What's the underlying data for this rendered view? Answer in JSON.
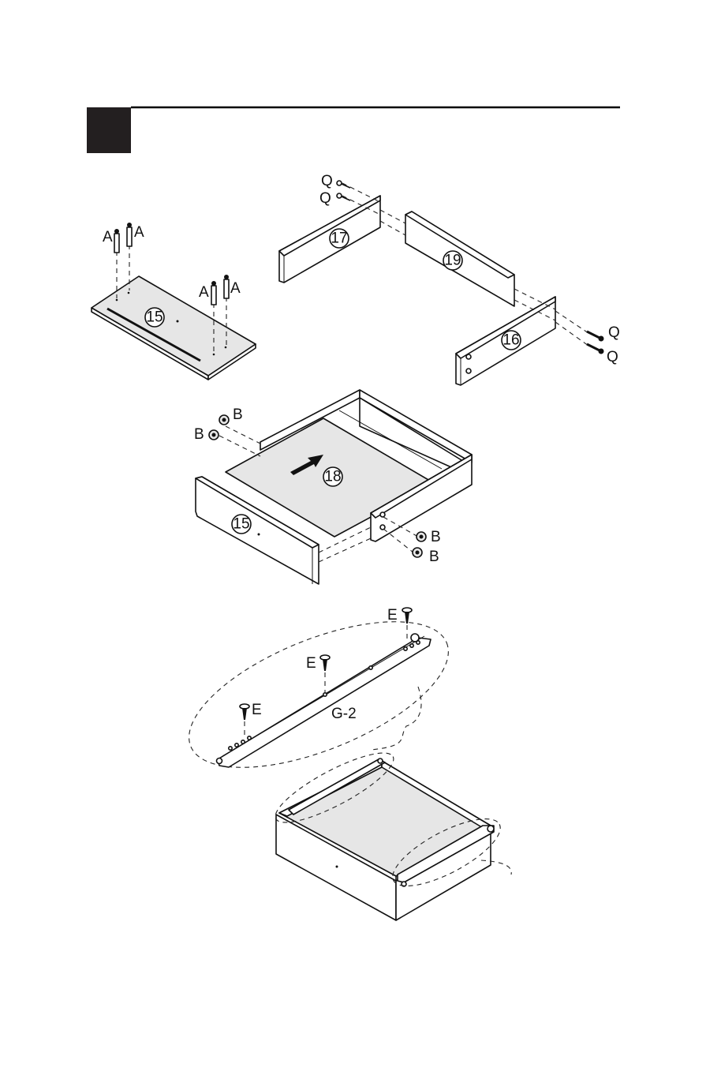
{
  "step": {
    "badge_color": "#231f20",
    "rule_color": "#000000"
  },
  "part_numbers": {
    "p15_top": "15",
    "p17": "17",
    "p19": "19",
    "p16": "16",
    "p18": "18",
    "p15_front": "15"
  },
  "hardware_labels": {
    "A1": "A",
    "A2": "A",
    "A3": "A",
    "A4": "A",
    "Q1": "Q",
    "Q2": "Q",
    "Q3": "Q",
    "Q4": "Q",
    "B1": "B",
    "B2": "B",
    "B3": "B",
    "B4": "B",
    "E1": "E",
    "E2": "E",
    "E3": "E"
  },
  "slide_label": "G-2",
  "icons": {
    "step_badge": "black-square",
    "insert_arrow": "arrow-right-icon",
    "cam_bolt": "cam-bolt-icon",
    "screw": "screw-icon",
    "cam_lock": "cam-lock-nut-icon"
  }
}
